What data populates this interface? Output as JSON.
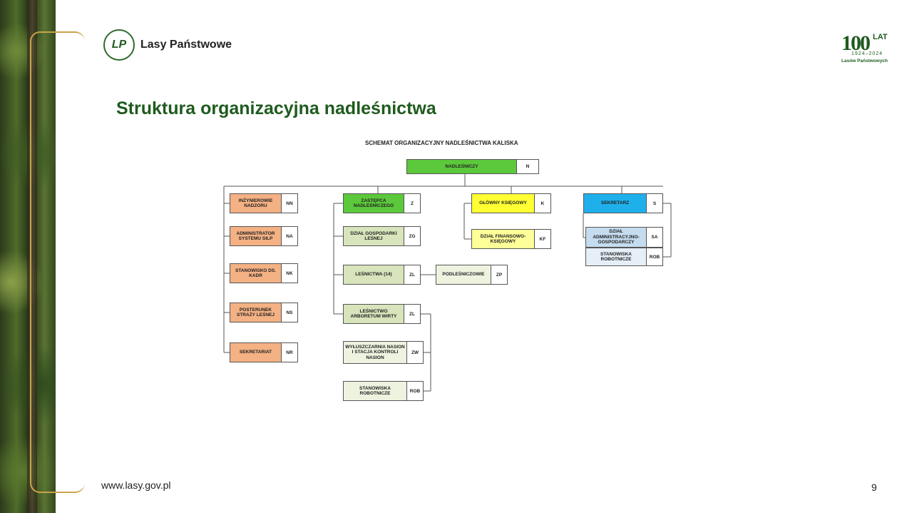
{
  "header": {
    "brand": "Lasy Państwowe",
    "emblem_text": "LP",
    "anniversary": {
      "big": "100",
      "lat": "LAT",
      "years": "1924–2024",
      "sub": "Lasów Państwowych"
    }
  },
  "slide": {
    "title": "Struktura organizacyjna nadleśnictwa",
    "url": "www.lasy.gov.pl",
    "page": "9"
  },
  "diagram": {
    "title": "SCHEMAT ORGANIZACYJNY NADLEŚNICTWA KALISKA",
    "colors": {
      "green": "#5cc83c",
      "orange": "#f4b184",
      "lightgreen": "#d8e4bc",
      "yellow": "#ffff33",
      "lightyellow": "#ffff99",
      "blue": "#1fb0ec",
      "lightblue": "#c5dcef"
    },
    "nodes": [
      {
        "id": "n",
        "label": "NADLEŚNICZY",
        "code": "N",
        "color": "green"
      },
      {
        "id": "nn",
        "label": "INŻYNIEROWIE NADZORU",
        "code": "NN",
        "color": "orange"
      },
      {
        "id": "na",
        "label": "ADMINISTRATOR SYSTEMU SILP",
        "code": "NA",
        "color": "orange"
      },
      {
        "id": "nk",
        "label": "STANOWISKO DS. KADR",
        "code": "NK",
        "color": "orange"
      },
      {
        "id": "ns",
        "label": "POSTERUNEK STRAŻY LEŚNEJ",
        "code": "NS",
        "color": "orange"
      },
      {
        "id": "nr",
        "label": "SEKRETARIAT",
        "code": "NR",
        "color": "orange"
      },
      {
        "id": "z",
        "label": "ZASTĘPCA NADLEŚNICZEGO",
        "code": "Z",
        "color": "green"
      },
      {
        "id": "zg",
        "label": "DZIAŁ GOSPODARKI LEŚNEJ",
        "code": "ZG",
        "color": "lightgreen"
      },
      {
        "id": "zl",
        "label": "LEŚNICTWA (14)",
        "code": "ZL",
        "color": "lightgreen"
      },
      {
        "id": "zp",
        "label": "PODLEŚNICZOWIE",
        "code": "ZP",
        "color": "lightgreen"
      },
      {
        "id": "zl2",
        "label": "LEŚNICTWO ARBORETUM WIRTY",
        "code": "ZL",
        "color": "lightgreen"
      },
      {
        "id": "zw",
        "label": "WYŁUSZCZARNIA NASION I STACJA KONTROLI NASION",
        "code": "ZW",
        "color": "lightgreen"
      },
      {
        "id": "rob1",
        "label": "STANOWISKA ROBOTNICZE",
        "code": "ROB",
        "color": "lightgreen"
      },
      {
        "id": "k",
        "label": "GŁÓWNY KSIĘGOWY",
        "code": "K",
        "color": "yellow"
      },
      {
        "id": "kf",
        "label": "DZIAŁ FINANSOWO-KSIĘGOWY",
        "code": "KF",
        "color": "lightyellow"
      },
      {
        "id": "s",
        "label": "SEKRETARZ",
        "code": "S",
        "color": "blue"
      },
      {
        "id": "sa",
        "label": "DZIAŁ ADMINISTRACYJNO-GOSPODARCZY",
        "code": "SA",
        "color": "lightblue"
      },
      {
        "id": "rob2",
        "label": "STANOWISKA ROBOTNICZE",
        "code": "ROB",
        "color": "lightblue"
      }
    ]
  }
}
